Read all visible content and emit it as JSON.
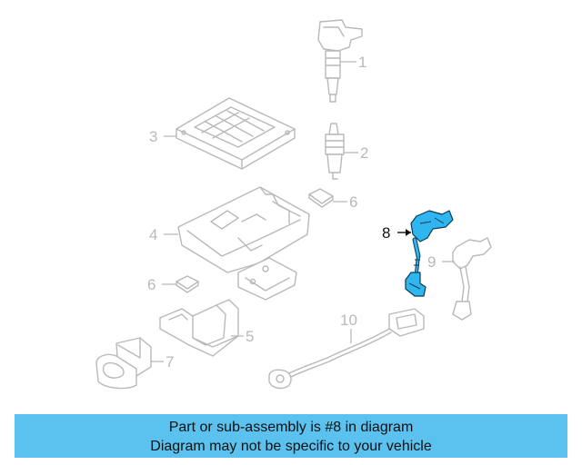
{
  "callouts": {
    "c1": "1",
    "c2": "2",
    "c3": "3",
    "c4": "4",
    "c5": "5",
    "c6a": "6",
    "c6b": "6",
    "c7": "7",
    "c8": "8",
    "c9": "9",
    "c10": "10"
  },
  "highlighted_part": "8",
  "colors": {
    "highlight": "#2fb6ef",
    "banner": "#5bc1ef",
    "inactive_line": "#b9b9b9",
    "active_text": "#111111"
  },
  "banner": {
    "line1": "Part or sub-assembly is #8 in diagram",
    "line2": "Diagram may not be specific to your vehicle"
  }
}
